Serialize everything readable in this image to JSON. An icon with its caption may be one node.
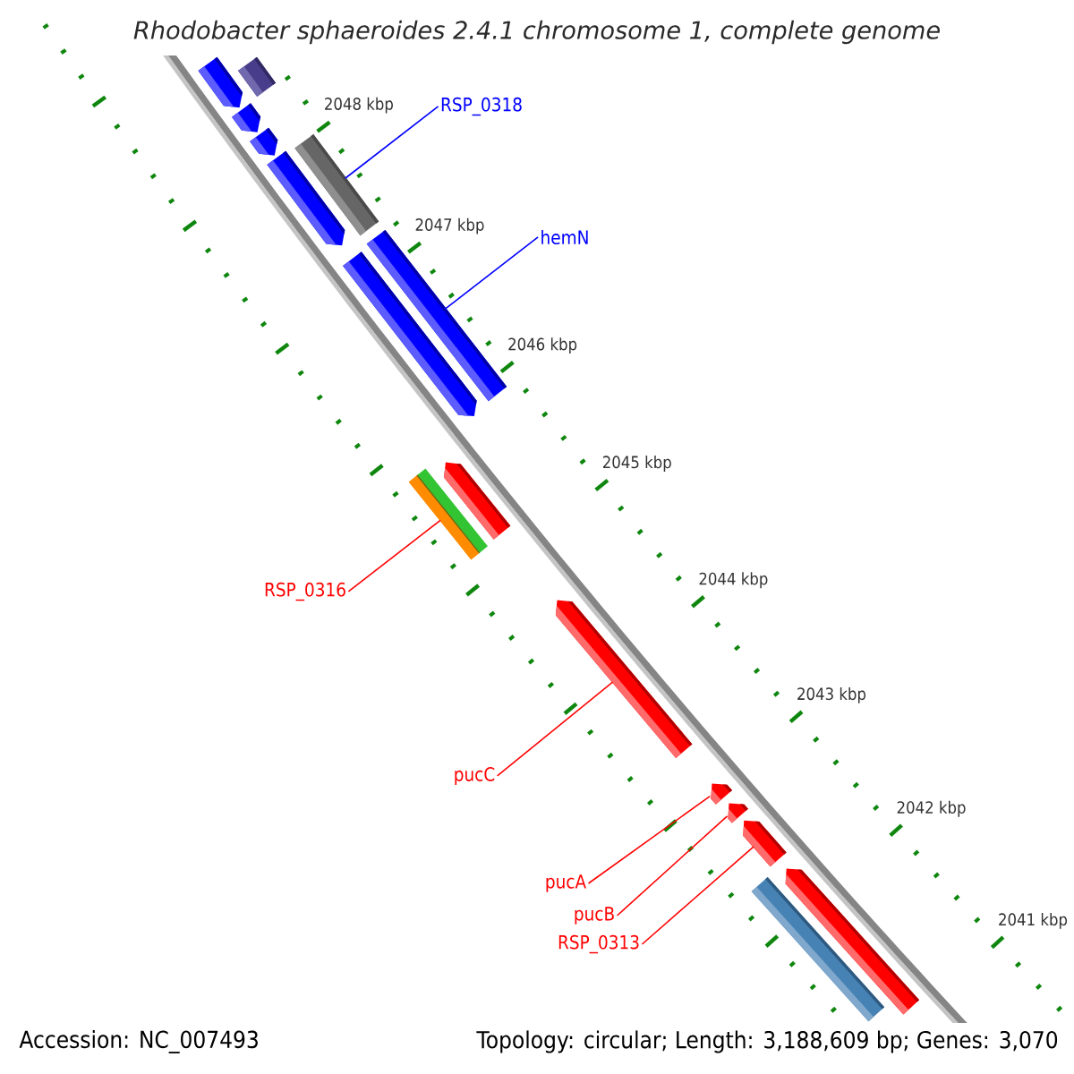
{
  "diagram": {
    "title": "Rhodobacter sphaeroides 2.4.1 chromosome 1, complete genome",
    "nodes": [
      {
        "text": [
          "RSP_0318"
        ]
      },
      {
        "text": [
          "hemN"
        ]
      },
      {
        "text": [
          "RSP_0316"
        ]
      },
      {
        "text": [
          "pucC"
        ]
      },
      {
        "text": [
          "pucA"
        ]
      },
      {
        "text": [
          "pucB"
        ]
      },
      {
        "text": [
          "RSP_0313"
        ]
      },
      {
        "text": [],
        "shape": "pentagon"
      },
      {
        "text": [],
        "shape": "bar"
      },
      {
        "text": [],
        "shape": "pentagon"
      },
      {
        "text": [],
        "shape": "pentagon"
      },
      {
        "text": [],
        "shape": "bar"
      },
      {
        "text": [],
        "shape": "pentagon"
      },
      {
        "text": [],
        "shape": "bar"
      },
      {
        "text": [],
        "shape": "pentagon"
      },
      {
        "text": [],
        "shape": "pentagon"
      },
      {
        "text": [],
        "shape": "bar"
      },
      {
        "text": [],
        "shape": "pentagon"
      },
      {
        "text": [],
        "shape": "pentagon"
      },
      {
        "text": [],
        "shape": "pentagon"
      },
      {
        "text": [],
        "shape": "pentagon"
      },
      {
        "text": [],
        "shape": "pentagon"
      },
      {
        "text": [],
        "shape": "bar"
      }
    ],
    "edges": [
      {
        "from": 0,
        "to": 11,
        "arrow": "none",
        "color": "#0000ff"
      },
      {
        "from": 1,
        "to": 13,
        "arrow": "none",
        "color": "#0000ff"
      },
      {
        "from": 2,
        "to": 16,
        "arrow": "none"
      },
      {
        "from": 3,
        "to": 17,
        "arrow": "none"
      },
      {
        "from": 4,
        "to": 18,
        "arrow": "none"
      },
      {
        "from": 5,
        "to": 19,
        "arrow": "none"
      },
      {
        "from": 6,
        "to": 20,
        "arrow": "none"
      }
    ],
    "labels": [
      "2048 kbp",
      "2047 kbp",
      "2046 kbp",
      "2045 kbp",
      "2044 kbp",
      "2043 kbp",
      "2042 kbp",
      "2041 kbp",
      "Accession: NC_007493",
      "Topology: circular; Length: 3,188,609 bp; Genes: 3,070"
    ]
  }
}
